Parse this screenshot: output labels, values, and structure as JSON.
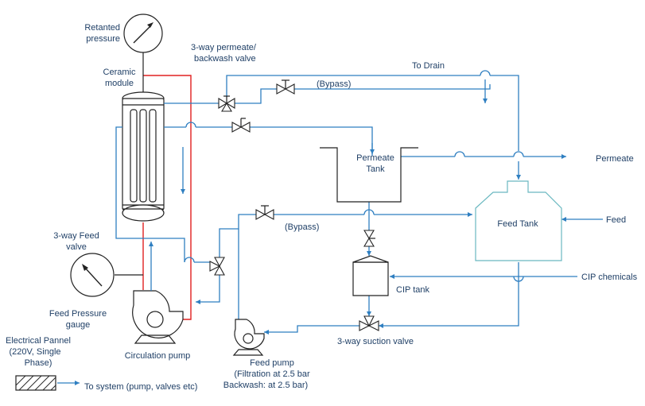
{
  "labels": {
    "retanted_pressure": [
      "Retanted",
      "pressure"
    ],
    "permeate_valve": [
      "3-way permeate/",
      "backwash valve"
    ],
    "ceramic_module": [
      "Ceramic",
      "module"
    ],
    "to_drain": "To Drain",
    "bypass_top": "(Bypass)",
    "permeate_tank": [
      "Permeate",
      "Tank"
    ],
    "permeate_out": "Permeate",
    "feed_tank": "Feed Tank",
    "feed": "Feed",
    "feed_valve": [
      "3-way Feed",
      "valve"
    ],
    "bypass_mid": "(Bypass)",
    "cip_tank": "CIP tank",
    "cip_chemicals": "CIP chemicals",
    "feed_pressure_gauge": [
      "Feed Pressure",
      "gauge"
    ],
    "circulation_pump": "Circulation pump",
    "electrical_panel": [
      "Electrical Pannel",
      "(220V, Single",
      "Phase)"
    ],
    "to_system": "To system (pump, valves etc)",
    "suction_valve": "3-way suction valve",
    "feed_pump": [
      "Feed pump",
      "(Filtration  at 2.5 bar",
      "Backwash: at 2.5 bar)"
    ]
  },
  "colors": {
    "pipe": "#2f7fc1",
    "retentate_loop": "#e02020",
    "equipment_outline": "#222222",
    "feed_tank_outline": "#6ab8c0"
  }
}
